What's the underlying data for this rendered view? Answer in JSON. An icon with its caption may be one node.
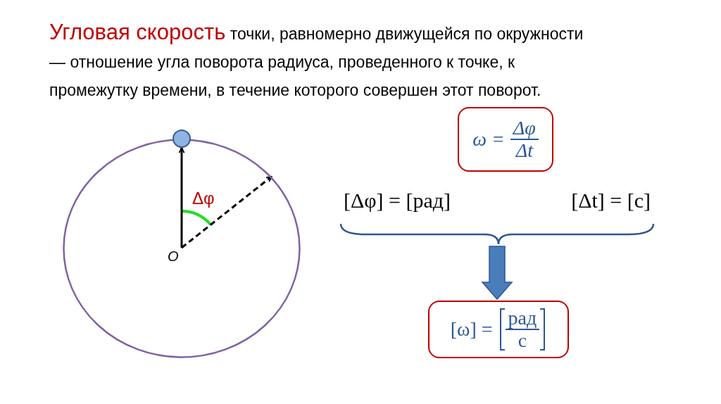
{
  "diagram": {
    "nodes": [
      {
        "text": [
          "ω =",
          "Δφ",
          "Δt"
        ]
      },
      {
        "text": [
          "[Δφ] = [рад]",
          "[Δt] = [с]"
        ]
      },
      {
        "text": [
          "[ω] =",
          "рад",
          "с"
        ]
      },
      {
        "text": [],
        "shape": "circle"
      },
      {
        "text": [
          "O"
        ],
        "in": 3
      },
      {
        "text": [],
        "shape": "circle"
      }
    ],
    "edges": [
      {
        "from": 4,
        "to": 5,
        "arrow": "to"
      },
      {
        "from": 4,
        "to": 3,
        "arrow": "to",
        "style": "dashed"
      },
      {
        "from": 1,
        "to": 2,
        "arrow": "to",
        "style": "thick",
        "color": "#4a7ebb"
      }
    ],
    "labels": [
      "Угловая скорость",
      "точки, равномерно движущейся по окружности — отношение угла поворота радиуса, проведенного к точке, к промежутку времени, в течение которого совершен этот поворот.",
      "Δφ"
    ]
  }
}
